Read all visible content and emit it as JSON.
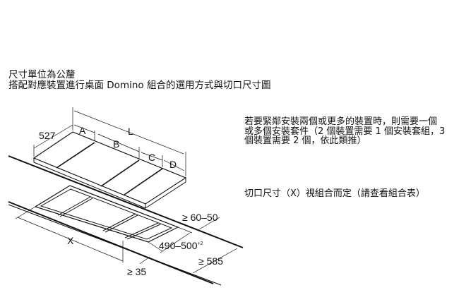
{
  "header": {
    "units": "尺寸單位為公釐",
    "subtitle": "搭配對應裝置進行桌面 Domino 組合的選用方式與切口尺寸圖"
  },
  "notes": {
    "kit": "若要緊鄰安裝兩個或更多的裝置時，則需要一個或多個安裝套件（2 個裝置需要 1 個安裝套組，3 個裝置需要 2 個，依此類推）",
    "cutout": "切口尺寸（X）視組合而定（請查看組合表）"
  },
  "dimensions": {
    "depth": "527",
    "a": "A",
    "b": "B",
    "c": "C",
    "d": "D",
    "l": "L",
    "x": "X",
    "back_gap": "≥ 60–50",
    "cutout_depth": "490–500",
    "cutout_depth_tol": "+2",
    "counter_depth": "≥ 585",
    "front_gap": "≥ 35"
  }
}
